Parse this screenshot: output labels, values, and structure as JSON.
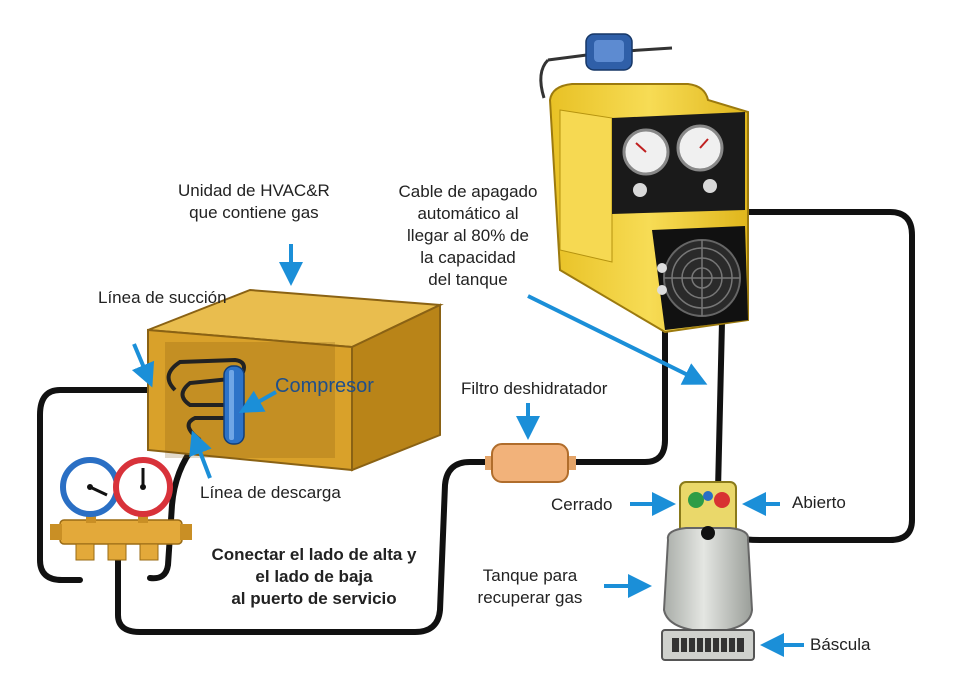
{
  "labels": {
    "hvac_unit": [
      "Unidad de HVAC&R",
      "que contiene gas"
    ],
    "suction_line": "Línea de succión",
    "compressor": "Compresor",
    "discharge_line": "Línea de descarga",
    "auto_shutoff": [
      "Cable de apagado",
      "automático al",
      "llegar al 80% de",
      "la capacidad",
      "del tanque"
    ],
    "filter": "Filtro deshidratador",
    "closed": "Cerrado",
    "open": "Abierto",
    "connect": [
      "Conectar el lado de alta y",
      "el lado de baja",
      "al puerto de servicio"
    ],
    "tank": [
      "Tanque para",
      "recuperar gas"
    ],
    "scale": "Báscula"
  },
  "colors": {
    "arrow": "#1b8fd8",
    "hose": "#111111",
    "box": "#d9a12a",
    "machine": "#f3d23c",
    "gauge_blue": "#2a6fc4",
    "gauge_red": "#d8323a",
    "manifold": "#e3a93a",
    "filter": "#f2b27a",
    "tank": "#c9ccc7"
  }
}
